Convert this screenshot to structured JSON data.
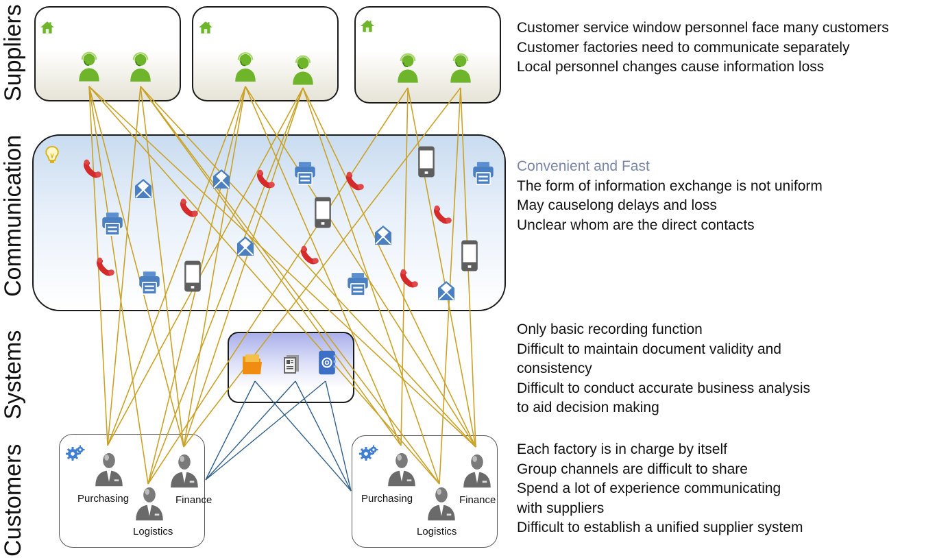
{
  "row_labels": {
    "suppliers": "Suppliers",
    "communication": "Communication",
    "systems": "Systems",
    "customers": "Customers"
  },
  "suppliers": {
    "boxes": [
      {
        "icon": "house-icon",
        "agents": [
          "headset-agent-icon",
          "headset-agent-icon"
        ]
      },
      {
        "icon": "house-icon",
        "agents": [
          "headset-agent-icon",
          "headset-agent-icon"
        ]
      },
      {
        "icon": "house-icon",
        "agents": [
          "headset-agent-icon",
          "headset-agent-icon"
        ]
      }
    ]
  },
  "communication": {
    "corner_icon": "lightbulb-icon",
    "icons": [
      "phone-icon",
      "envelope-icon",
      "printer-icon",
      "mobile-phone-icon"
    ]
  },
  "systems": {
    "icons": [
      "folder-icon",
      "document-icon",
      "address-book-icon"
    ]
  },
  "customers": {
    "boxes": [
      {
        "corner_icon": "gear-icon",
        "roles": {
          "purchasing": "Purchasing",
          "logistics": "Logistics",
          "finance": "Finance"
        }
      },
      {
        "corner_icon": "gear-icon",
        "roles": {
          "purchasing": "Purchasing",
          "logistics": "Logistics",
          "finance": "Finance"
        }
      }
    ]
  },
  "notes": {
    "suppliers": [
      "Customer service window personnel face many customers",
      "Customer factories need to communicate separately",
      "Local personnel changes cause information loss"
    ],
    "communication": {
      "highlight": "Convenient and Fast",
      "items": [
        "The form of information exchange is not uniform",
        "May causelong delays and loss",
        "Unclear whom are the direct contacts"
      ]
    },
    "systems": [
      "Only basic recording function",
      "Difficult to maintain document validity and",
      "consistency",
      "Difficult to conduct accurate business analysis",
      "to aid decision making"
    ],
    "customers": [
      "Each factory is in charge by itself",
      "Group channels are difficult to share",
      "Spend a lot of experience communicating",
      "with suppliers",
      "Difficult to establish a unified supplier system"
    ]
  },
  "colors": {
    "supplier_line": "#c9a227",
    "system_line": "#2f5f8a",
    "supplier_green": "#6fb52c",
    "phone_red": "#d42a2a",
    "comm_blue": "#4a7fc1",
    "person_gray": "#6d6d6d",
    "highlight_text": "#7a86a6"
  }
}
